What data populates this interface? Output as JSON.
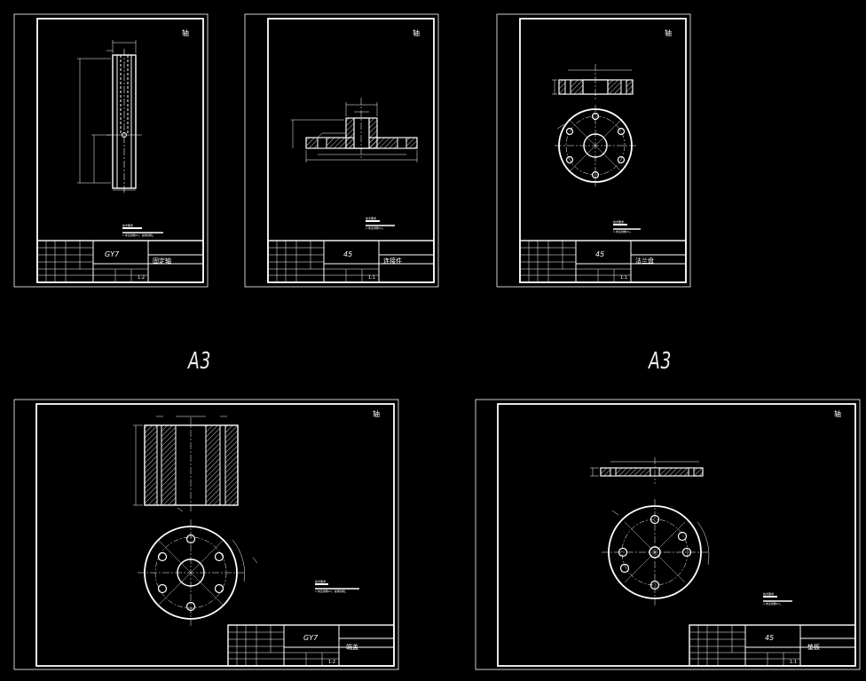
{
  "size_labels": [
    "A3",
    "A3"
  ],
  "sheets": [
    {
      "id": "sheet-1",
      "corner_note": "轴",
      "material": "GY7",
      "part_name": "固定轴",
      "scale": "1:2",
      "notes_line": "技术要求",
      "detail": "1.未注倒角C1，棱角倒钝。"
    },
    {
      "id": "sheet-2",
      "corner_note": "轴",
      "material": "45",
      "part_name": "连接件",
      "scale": "1:1",
      "notes_line": "技术要求",
      "detail": "1.未注倒角C1。"
    },
    {
      "id": "sheet-3",
      "corner_note": "轴",
      "material": "45",
      "part_name": "法兰盘",
      "scale": "1:1",
      "notes_line": "技术要求",
      "detail": "1.未注倒角C1。"
    },
    {
      "id": "sheet-4",
      "corner_note": "轴",
      "material": "GY7",
      "part_name": "端盖",
      "scale": "1:2",
      "notes_line": "技术要求",
      "detail": "1.未注倒角C1，棱角倒钝。"
    },
    {
      "id": "sheet-5",
      "corner_note": "轴",
      "material": "45",
      "part_name": "垫板",
      "scale": "1:1",
      "notes_line": "技术要求",
      "detail": "1.未注倒角C1。"
    }
  ],
  "colors": {
    "background": "#000000",
    "line": "#ffffff"
  }
}
